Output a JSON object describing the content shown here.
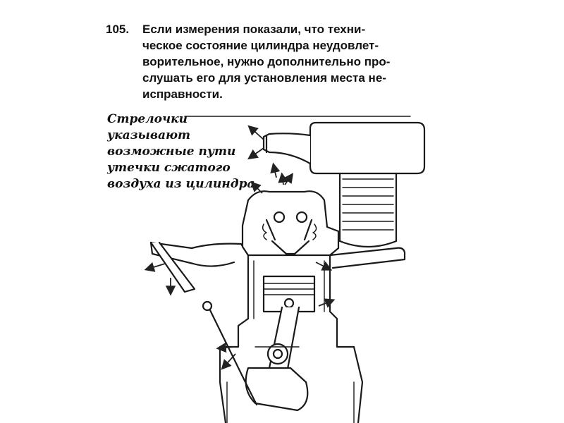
{
  "item_number": "105.",
  "caption_lines": [
    "Если измерения показали, что техни-",
    "ческое состояние цилиндра неудовлет-",
    "ворительное, нужно дополнительно про-",
    "слушать его для установления места не-",
    "исправности."
  ],
  "callout_lines": [
    "Стрелочки",
    "указывают",
    "возможные пути",
    "утечки сжатого",
    "воздуха из цилиндра"
  ],
  "icons": [
    "engine-cross-section-illustration",
    "air-leak-arrow-icon"
  ]
}
